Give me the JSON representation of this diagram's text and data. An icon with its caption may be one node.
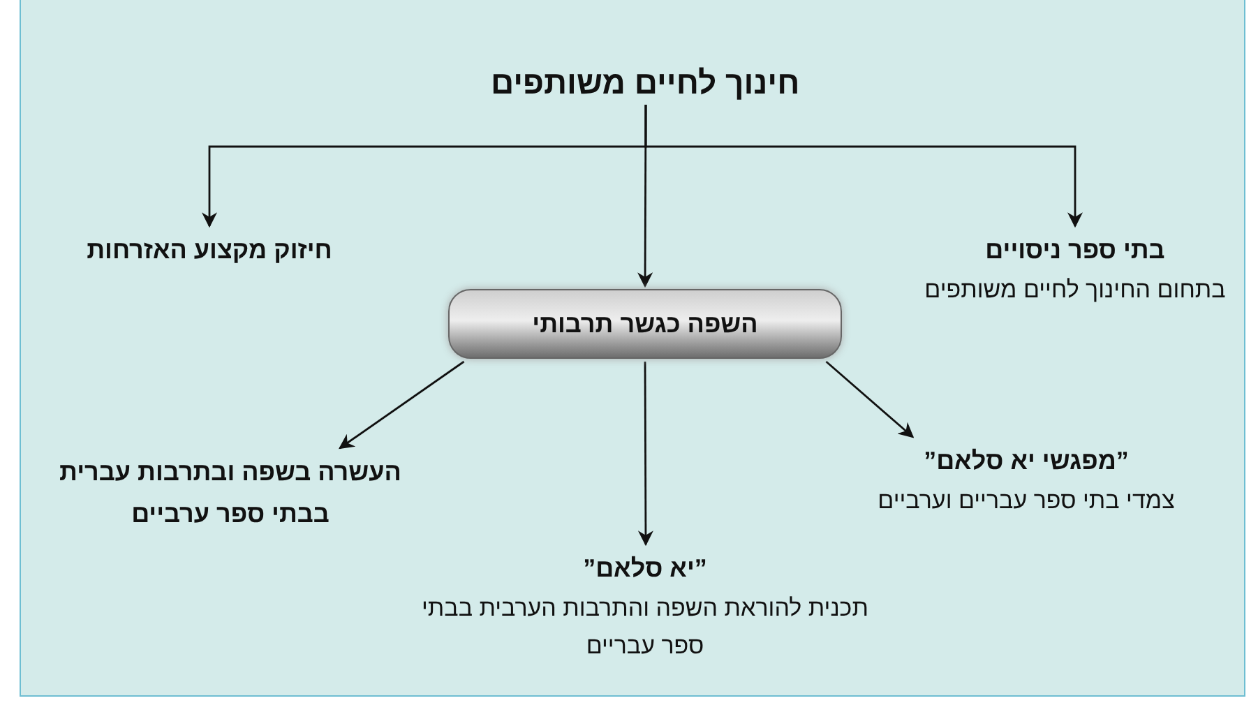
{
  "diagram": {
    "nodes": [
      {
        "text": [
          "חינוך לחיים משותפים"
        ]
      },
      {
        "text": [
          "בתי ספר ניסויים",
          "בתחום החינוך לחיים משותפים"
        ]
      },
      {
        "text": [
          "השפה כגשר תרבותי"
        ]
      },
      {
        "text": [
          "חיזוק מקצוע האזרחות"
        ]
      },
      {
        "text": [
          "”מפגשי יא סלאם”",
          "צמדי בתי ספר עבריים וערביים"
        ]
      },
      {
        "text": [
          "”יא סלאם”",
          "תכנית להוראת השפה והתרבות הערבית בבתי ספר עבריים"
        ]
      },
      {
        "text": [
          "העשרה בשפה ובתרבות עברית בבתי ספר ערביים"
        ]
      }
    ],
    "edges": [
      {
        "from": 0,
        "to": 1,
        "arrow": "to"
      },
      {
        "from": 0,
        "to": 2,
        "arrow": "to"
      },
      {
        "from": 0,
        "to": 3,
        "arrow": "to"
      },
      {
        "from": 2,
        "to": 4,
        "arrow": "to"
      },
      {
        "from": 2,
        "to": 5,
        "arrow": "to"
      },
      {
        "from": 2,
        "to": 6,
        "arrow": "to"
      }
    ]
  }
}
